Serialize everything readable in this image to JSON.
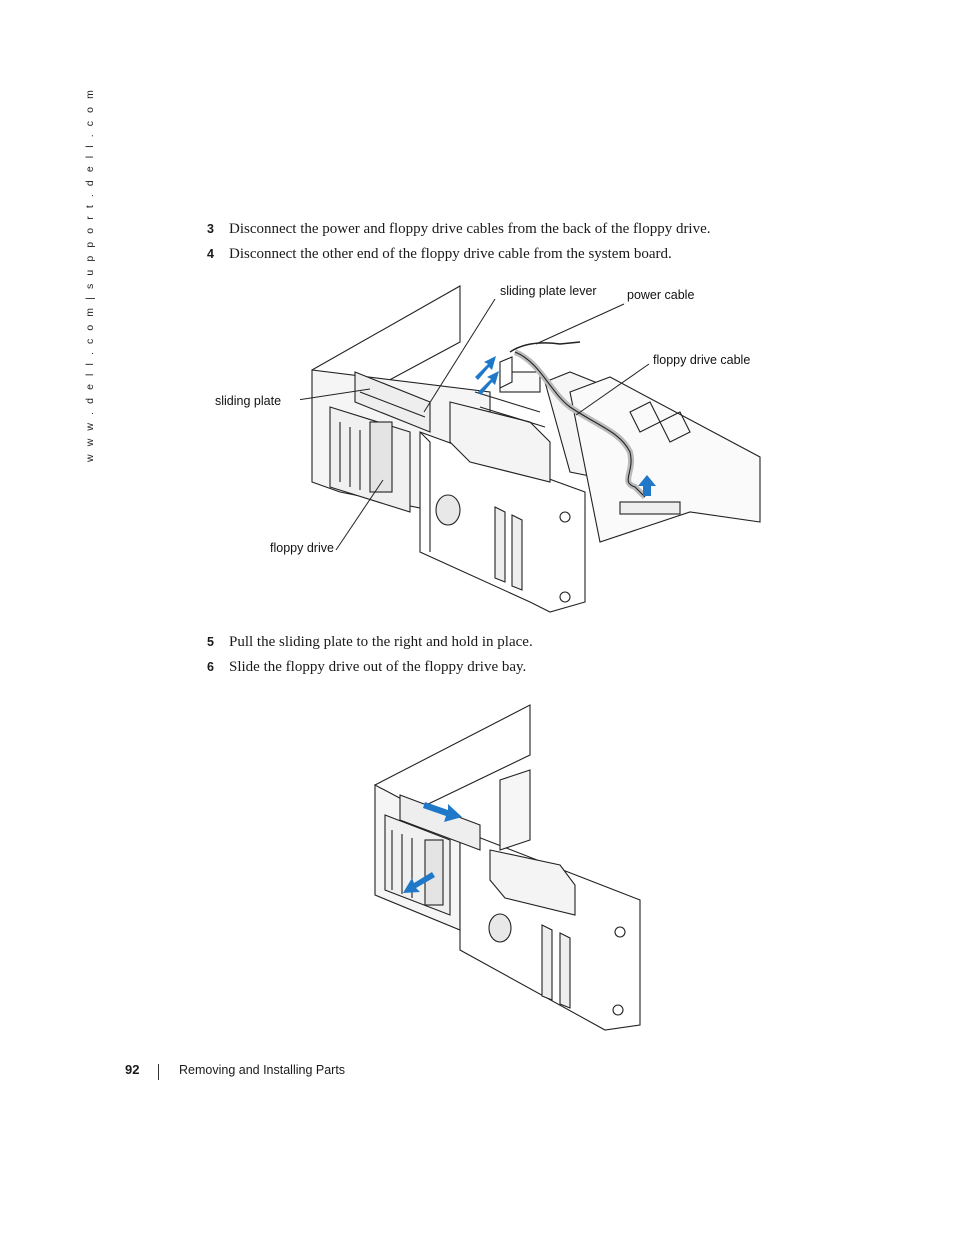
{
  "sidebar": {
    "url": "w w w . d e l l . c o m  |  s u p p o r t . d e l l . c o m"
  },
  "steps_top": [
    {
      "num": "3",
      "text": "Disconnect the power and floppy drive cables from the back of the floppy drive."
    },
    {
      "num": "4",
      "text": "Disconnect the other end of the floppy drive cable from the system board."
    }
  ],
  "figure1": {
    "callouts": {
      "sliding_plate_lever": "sliding plate lever",
      "power_cable": "power cable",
      "floppy_drive_cable": "floppy drive cable",
      "sliding_plate": "sliding plate",
      "floppy_drive": "floppy drive"
    }
  },
  "steps_bottom": [
    {
      "num": "5",
      "text": "Pull the sliding plate to the right and hold in place."
    },
    {
      "num": "6",
      "text": "Slide the floppy drive out of the floppy drive bay."
    }
  ],
  "footer": {
    "page_number": "92",
    "section_title": "Removing and Installing Parts"
  },
  "colors": {
    "arrow_blue": "#1f78c8",
    "line": "#222222"
  }
}
